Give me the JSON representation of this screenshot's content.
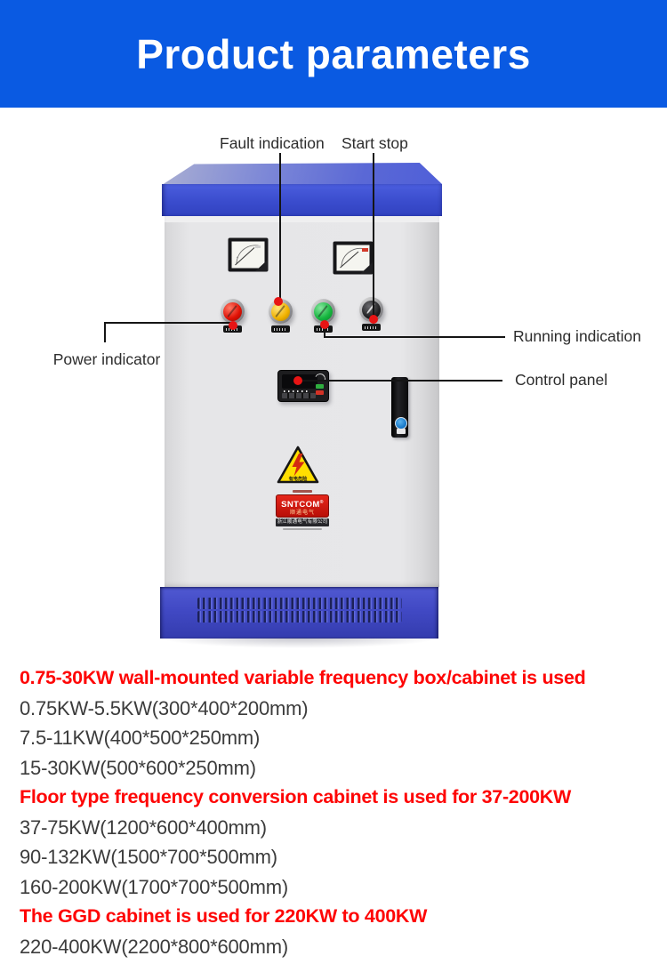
{
  "banner": {
    "title": "Product parameters",
    "bg_color": "#0a5ae2"
  },
  "callouts": {
    "fault": "Fault indication",
    "start_stop": "Start stop",
    "power": "Power indicator",
    "running": "Running indication",
    "control": "Control panel"
  },
  "cabinet": {
    "warning_text": "有电危险",
    "brand": {
      "name": "SNTCOM",
      "reg": "®",
      "cn": "顺通电气",
      "company": "浙江顺通电气有限公司"
    },
    "colors": {
      "top_blue": "#3a4ccd",
      "panel_gray": "#e6e6e8",
      "plinth_blue": "#4149c4",
      "indicator_red": "#e01105",
      "indicator_yellow": "#f0b200",
      "indicator_green": "#16b63f",
      "callout_dot_red": "#e81414"
    }
  },
  "specs": [
    {
      "kind": "heading",
      "text": "0.75-30KW wall-mounted variable frequency box/cabinet is used"
    },
    {
      "kind": "line",
      "text": "0.75KW-5.5KW(300*400*200mm)"
    },
    {
      "kind": "line",
      "text": "7.5-11KW(400*500*250mm)"
    },
    {
      "kind": "line",
      "text": "15-30KW(500*600*250mm)"
    },
    {
      "kind": "heading",
      "text": "Floor type frequency conversion cabinet is used for 37-200KW"
    },
    {
      "kind": "line",
      "text": "37-75KW(1200*600*400mm)"
    },
    {
      "kind": "line",
      "text": "90-132KW(1500*700*500mm)"
    },
    {
      "kind": "line",
      "text": "160-200KW(1700*700*500mm)"
    },
    {
      "kind": "heading",
      "text": "The GGD cabinet is used for 220KW to 400KW"
    },
    {
      "kind": "line",
      "text": "220-400KW(2200*800*600mm)"
    }
  ]
}
